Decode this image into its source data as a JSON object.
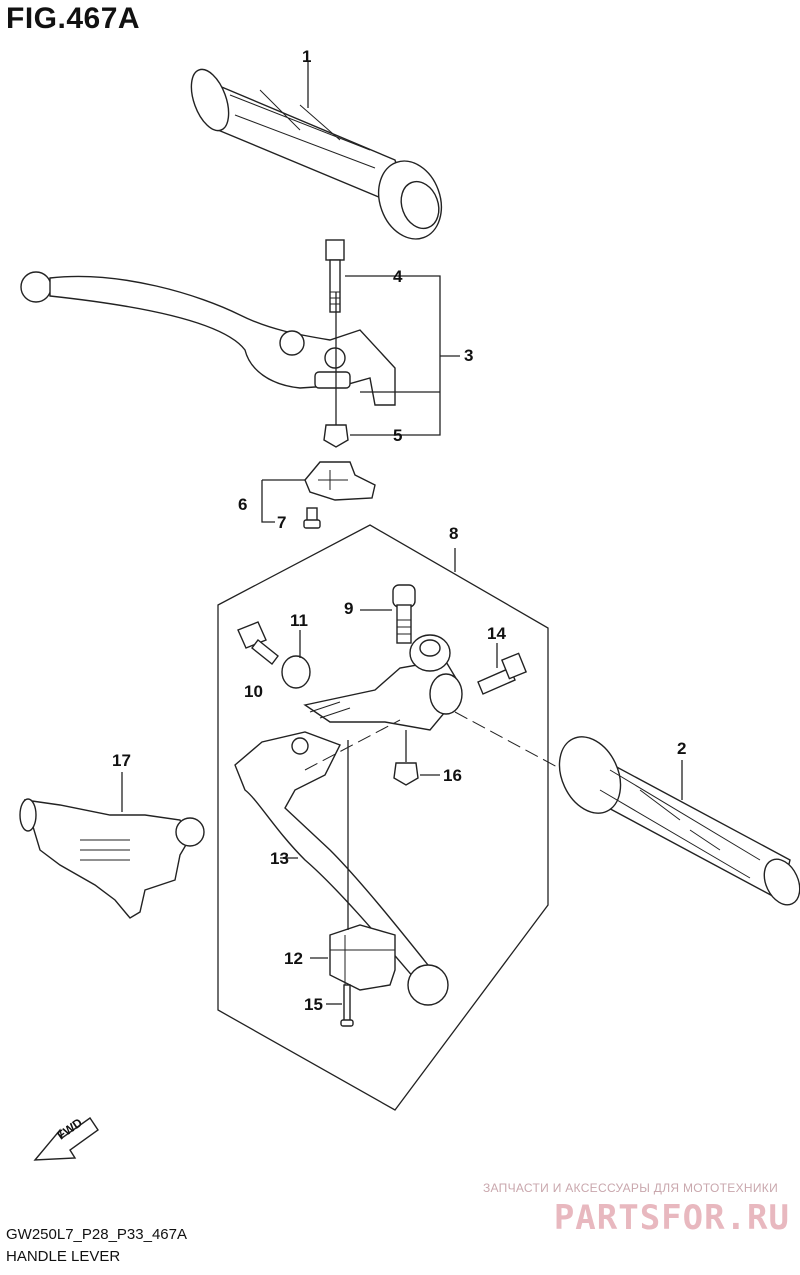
{
  "figure": {
    "title": "FIG.467A",
    "model_code": "GW250L7_P28_P33_467A",
    "name": "HANDLE LEVER"
  },
  "fwd_label": "FWD",
  "callouts": [
    "1",
    "2",
    "3",
    "4",
    "5",
    "6",
    "7",
    "8",
    "9",
    "10",
    "11",
    "12",
    "13",
    "14",
    "15",
    "16",
    "17"
  ],
  "watermark": {
    "small": "ЗАПЧАСТИ И АКСЕССУАРЫ ДЛЯ МОТОТЕХНИКИ",
    "large": "PARTSFOR.RU"
  }
}
